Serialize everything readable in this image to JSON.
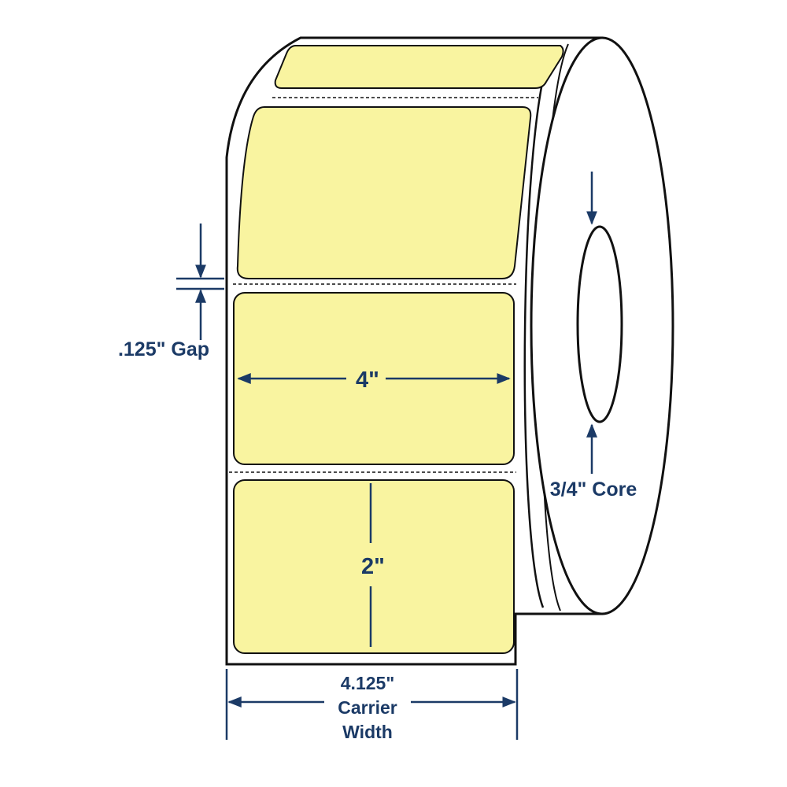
{
  "labels": {
    "gap": ".125\" Gap",
    "label_width": "4\"",
    "label_height": "2\"",
    "core": "3/4\" Core",
    "carrier_line1": "4.125\"",
    "carrier_line2": "Carrier",
    "carrier_line3": "Width"
  },
  "colors": {
    "label_fill": "#f9f4a0",
    "outline": "#111111",
    "dimension": "#1b3a66",
    "background": "#ffffff"
  }
}
